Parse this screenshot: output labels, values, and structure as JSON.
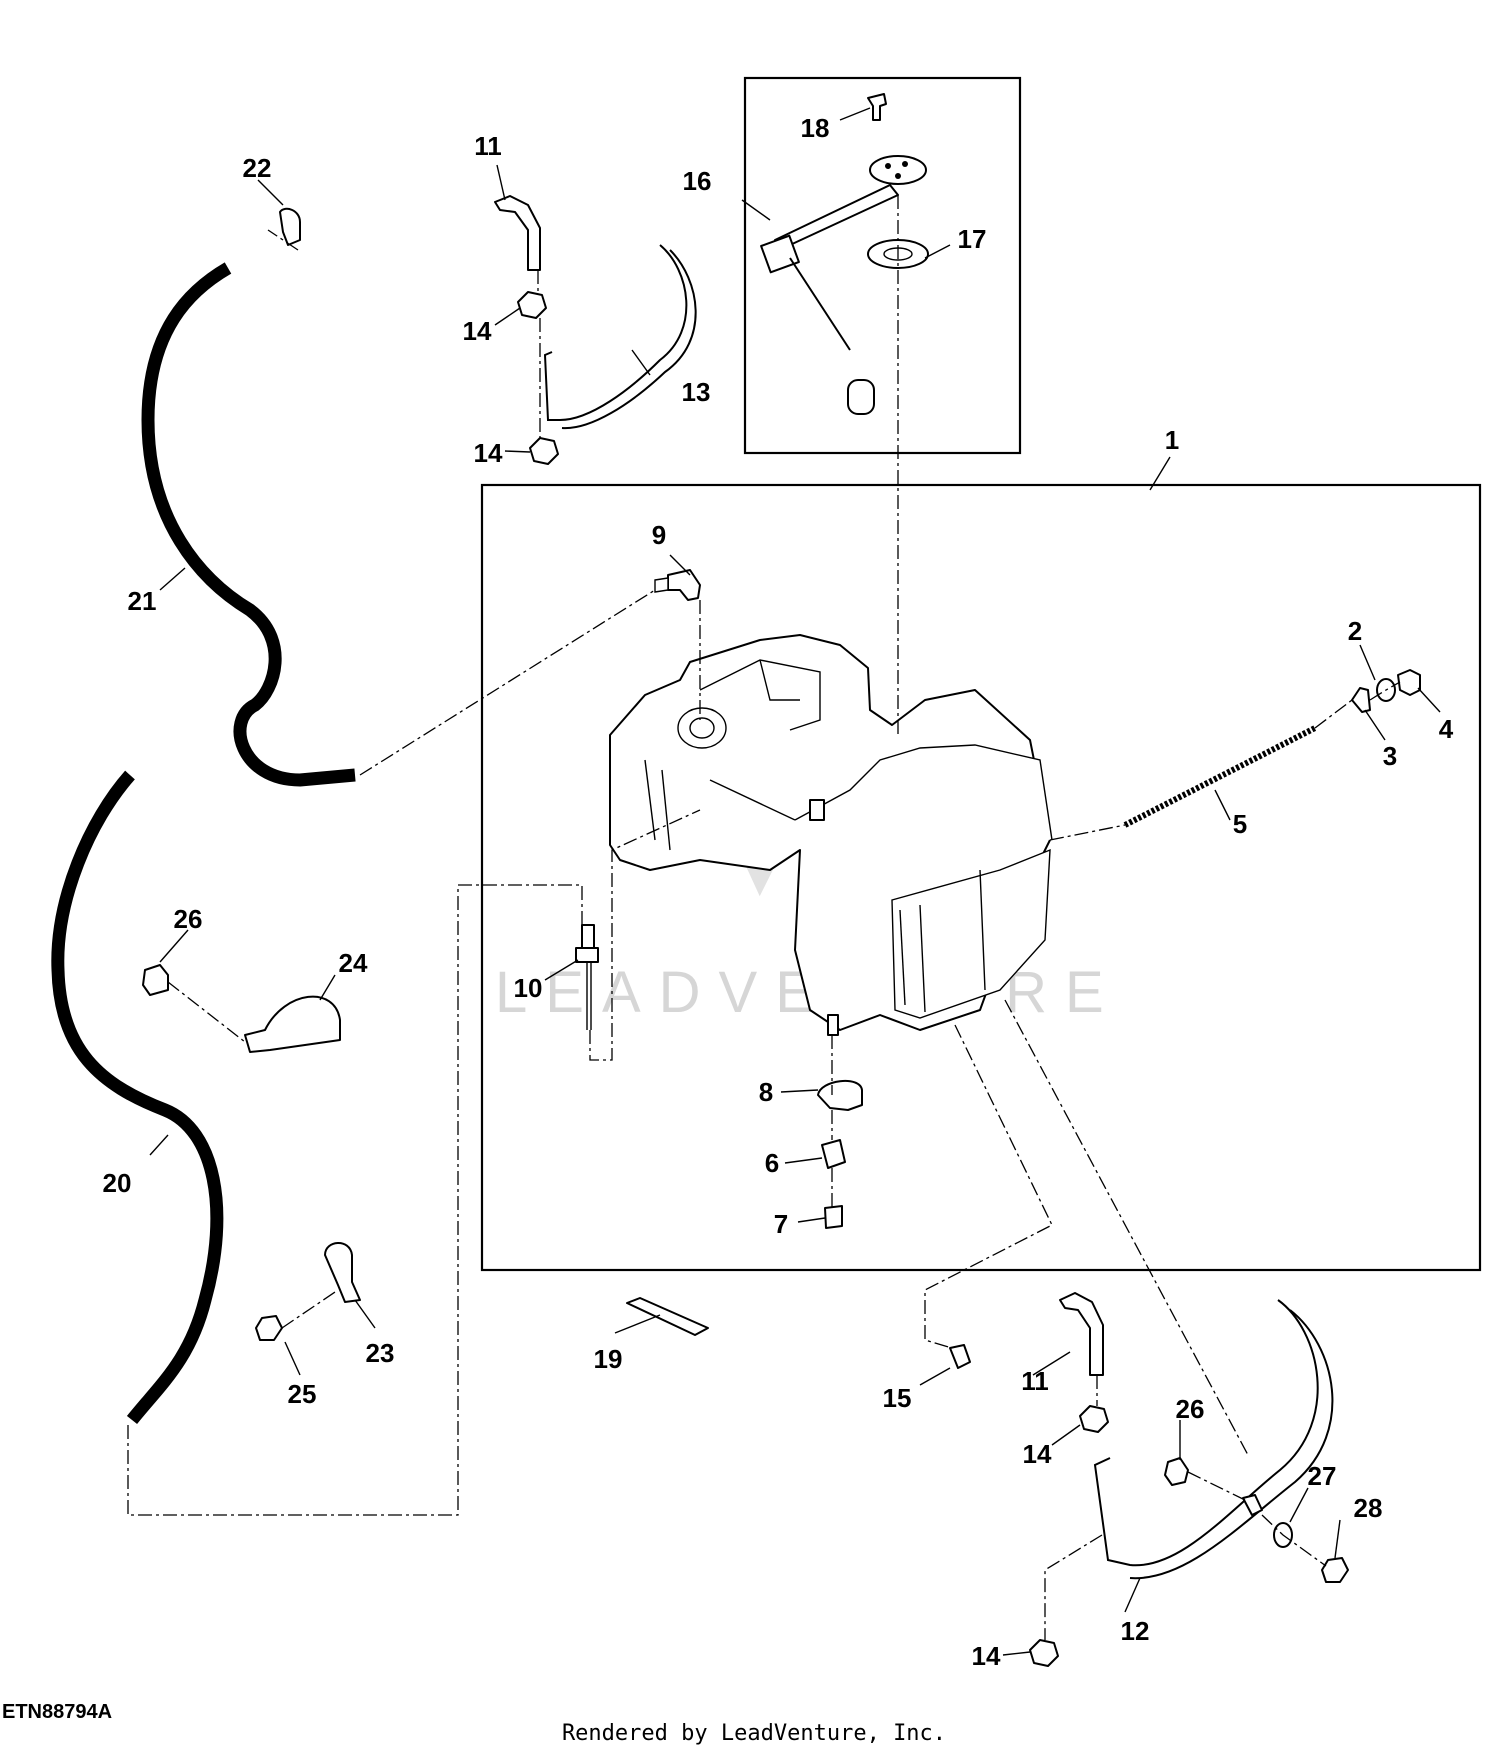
{
  "figure_id": "ETN88794A",
  "credit": "Rendered by LeadVenture, Inc.",
  "watermark": "LEADVENTURE",
  "callouts": [
    "1",
    "2",
    "3",
    "4",
    "5",
    "6",
    "7",
    "8",
    "9",
    "10",
    "11",
    "12",
    "13",
    "14",
    "15",
    "16",
    "17",
    "18",
    "19",
    "20",
    "21",
    "22",
    "23",
    "24",
    "25",
    "26",
    "27",
    "28"
  ]
}
